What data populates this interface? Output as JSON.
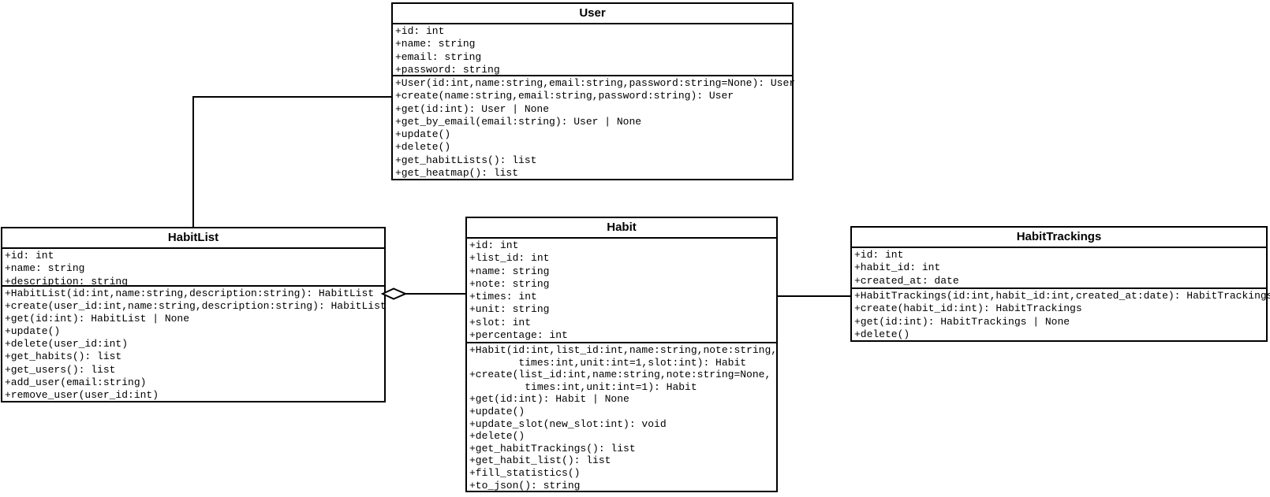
{
  "classes": [
    {
      "name": "User",
      "attributes": [
        "+id: int",
        "+name: string",
        "+email: string",
        "+password: string"
      ],
      "methods": [
        "+User(id:int,name:string,email:string,password:string=None): User",
        "+create(name:string,email:string,password:string): User",
        "+get(id:int): User | None",
        "+get_by_email(email:string): User | None",
        "+update()",
        "+delete()",
        "+get_habitLists(): list",
        "+get_heatmap(): list"
      ]
    },
    {
      "name": "HabitList",
      "attributes": [
        "+id: int",
        "+name: string",
        "+description: string"
      ],
      "methods": [
        "+HabitList(id:int,name:string,description:string): HabitList",
        "+create(user_id:int,name:string,description:string): HabitList",
        "+get(id:int): HabitList | None",
        "+update()",
        "+delete(user_id:int)",
        "+get_habits(): list",
        "+get_users(): list",
        "+add_user(email:string)",
        "+remove_user(user_id:int)"
      ]
    },
    {
      "name": "Habit",
      "attributes": [
        "+id: int",
        "+list_id: int",
        "+name: string",
        "+note: string",
        "+times: int",
        "+unit: string",
        "+slot: int",
        "+percentage: int"
      ],
      "methods": [
        "+Habit(id:int,list_id:int,name:string,note:string,",
        "        times:int,unit:int=1,slot:int): Habit",
        "+create(list_id:int,name:string,note:string=None,",
        "         times:int,unit:int=1): Habit",
        "+get(id:int): Habit | None",
        "+update()",
        "+update_slot(new_slot:int): void",
        "+delete()",
        "+get_habitTrackings(): list",
        "+get_habit_list(): list",
        "+fill_statistics()",
        "+to_json(): string"
      ]
    },
    {
      "name": "HabitTrackings",
      "attributes": [
        "+id: int",
        "+habit_id: int",
        "+created_at: date"
      ],
      "methods": [
        "+HabitTrackings(id:int,habit_id:int,created_at:date): HabitTrackings",
        "+create(habit_id:int): HabitTrackings",
        "+get(id:int): HabitTrackings | None",
        "+delete()"
      ]
    }
  ],
  "relationships": [
    {
      "from": "User",
      "to": "HabitList",
      "type": "association"
    },
    {
      "from": "HabitList",
      "to": "Habit",
      "type": "aggregation",
      "diamond_at": "HabitList"
    },
    {
      "from": "Habit",
      "to": "HabitTrackings",
      "type": "association"
    }
  ],
  "colors": {
    "border": "#000000",
    "background": "#ffffff",
    "text": "#000000"
  }
}
